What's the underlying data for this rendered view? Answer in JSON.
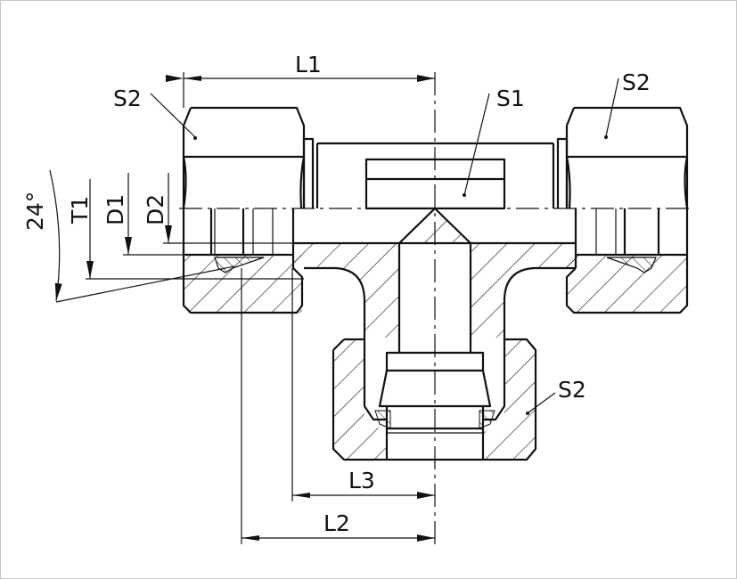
{
  "drawing": {
    "labels": {
      "L1": "L1",
      "L2": "L2",
      "L3": "L3",
      "S1": "S1",
      "S2_left": "S2",
      "S2_right": "S2",
      "S2_bottom": "S2",
      "D1": "D1",
      "D2": "D2",
      "T1": "T1",
      "angle": "24°"
    },
    "colors": {
      "line": "#111111",
      "background": "#ffffff"
    }
  }
}
